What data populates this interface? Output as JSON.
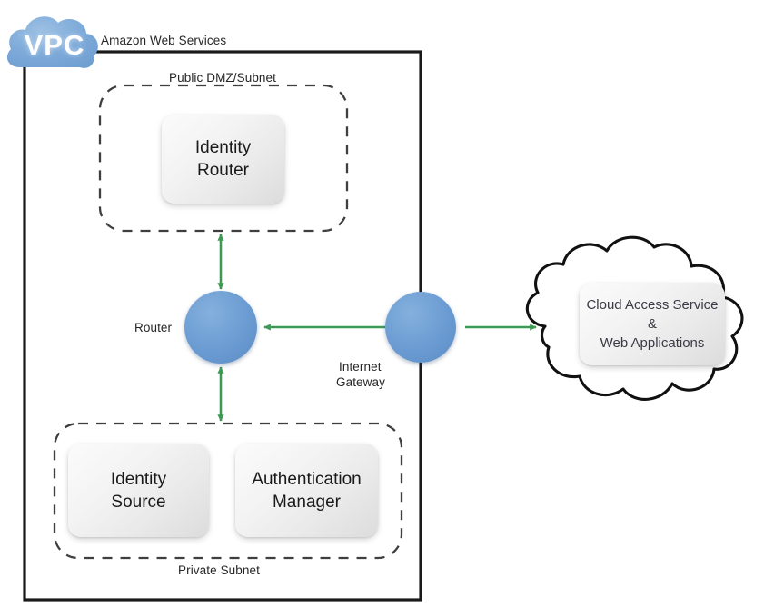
{
  "diagram": {
    "title": "AWS VPC identity architecture diagram",
    "colors": {
      "aws_border": "#1a1a1a",
      "subnet_dash": "#3f3f3f",
      "arrow_green": "#3d9a54",
      "icon_blue": "#6a9bd2",
      "cloud_outline": "#111111",
      "box_text": "#1a1a1a"
    }
  },
  "vpc_badge": {
    "name": "vpc-cloud-badge",
    "label": "VPC"
  },
  "aws_boundary": {
    "label": "Amazon Web Services"
  },
  "public_subnet": {
    "label": "Public DMZ/Subnet",
    "nodes": [
      {
        "id": "identity-router",
        "line1": "Identity",
        "line2": "Router"
      }
    ]
  },
  "private_subnet": {
    "label": "Private Subnet",
    "nodes": [
      {
        "id": "identity-source",
        "line1": "Identity",
        "line2": "Source"
      },
      {
        "id": "authentication-manager",
        "line1": "Authentication",
        "line2": "Manager"
      }
    ]
  },
  "router": {
    "label": "Router",
    "icon": "router-icon"
  },
  "internet_gateway": {
    "label_line1": "Internet",
    "label_line2": "Gateway",
    "icon": "cloud-icon"
  },
  "external_cloud": {
    "icon": "cloud-outline-icon",
    "line1": "Cloud Access Service",
    "line2": "&",
    "line3": "Web Applications"
  },
  "connections": [
    {
      "id": "router-to-public-subnet",
      "from": "router",
      "to": "public-subnet",
      "style": "double-arrow",
      "orientation": "vertical"
    },
    {
      "id": "router-to-private-subnet",
      "from": "router",
      "to": "private-subnet",
      "style": "double-arrow",
      "orientation": "vertical"
    },
    {
      "id": "gateway-to-router",
      "from": "internet-gateway",
      "to": "router",
      "style": "single-arrow",
      "orientation": "horizontal-left"
    },
    {
      "id": "gateway-to-external-cloud",
      "from": "internet-gateway",
      "to": "external-cloud",
      "style": "single-arrow",
      "orientation": "horizontal-right"
    }
  ]
}
